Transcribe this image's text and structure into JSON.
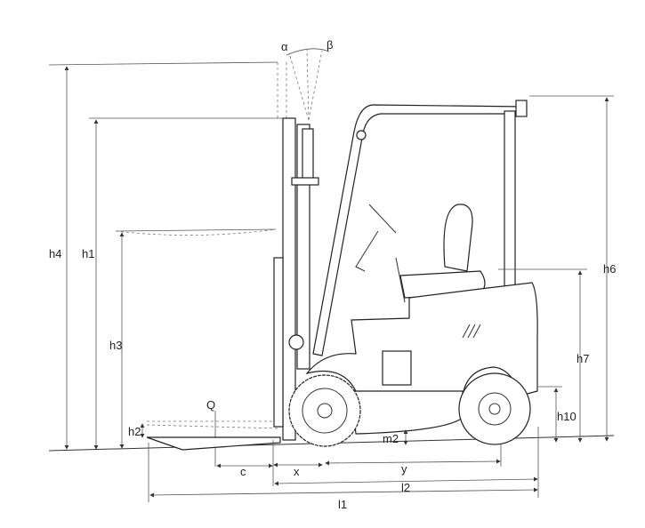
{
  "diagram": {
    "labels": {
      "alpha": "α",
      "beta": "β",
      "h4": "h4",
      "h1": "h1",
      "h3": "h3",
      "h2": "h2",
      "Q": "Q",
      "h6": "h6",
      "h7": "h7",
      "h10": "h10",
      "m2": "m2",
      "c": "c",
      "x": "x",
      "y": "y",
      "l2": "l2",
      "l1": "l1"
    }
  }
}
